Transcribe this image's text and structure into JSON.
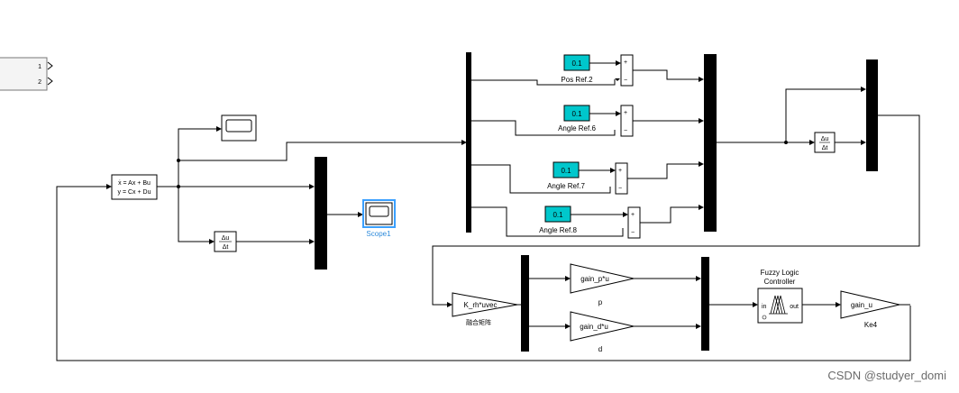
{
  "diagram": {
    "inport_labels": [
      "1",
      "2"
    ],
    "state_space": {
      "eq1": "ẋ = Ax + Bu",
      "eq2": "y = Cx + Du"
    },
    "derivative_label": {
      "num": "Δu",
      "den": "Δt"
    },
    "scope1_label": "Scope1",
    "constants": [
      {
        "value": "0.1",
        "name": "Pos Ref.2"
      },
      {
        "value": "0.1",
        "name": "Angle Ref.6"
      },
      {
        "value": "0.1",
        "name": "Angle Ref.7"
      },
      {
        "value": "0.1",
        "name": "Angle Ref.8"
      }
    ],
    "sum_signs": {
      "plus": "+",
      "minus": "−"
    },
    "gains": {
      "matrix_gain": "K_rh*uvec",
      "matrix_gain_name": "融合矩阵",
      "gain_p": "gain_p*u",
      "gain_p_name": "p",
      "gain_d": "gain_d*u",
      "gain_d_name": "d",
      "gain_u": "gain_u",
      "gain_u_name": "Ke4"
    },
    "fuzzy": {
      "title_line1": "Fuzzy Logic",
      "title_line2": "Controller",
      "in": "in",
      "out": "out"
    }
  },
  "watermark": "CSDN @studyer_domi"
}
